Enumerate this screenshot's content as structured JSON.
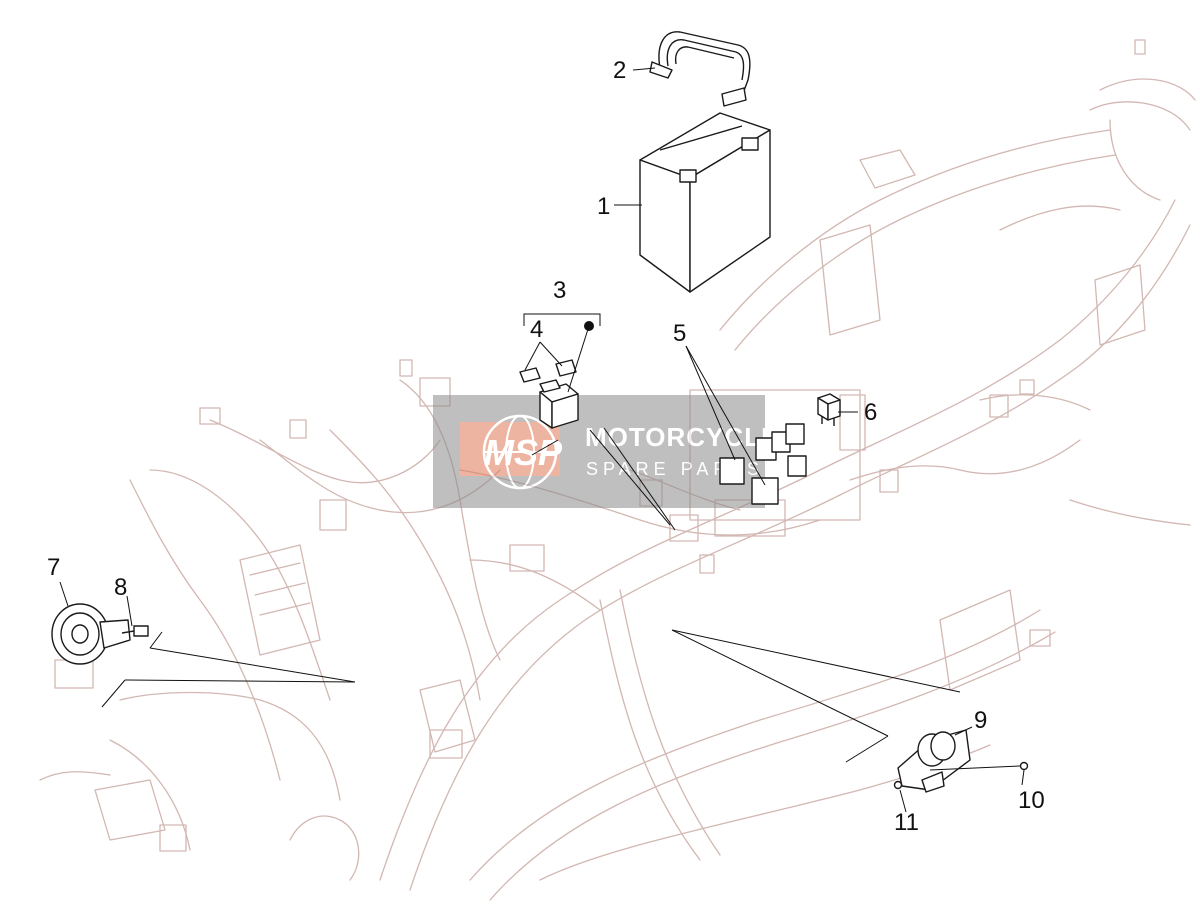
{
  "watermark": {
    "logo": "MSP",
    "title": "MOTORCYCLE",
    "subtitle": "SPARE PARTS"
  },
  "callouts": {
    "c1": "1",
    "c2": "2",
    "c3": "3",
    "c4": "4",
    "c5": "5",
    "c6": "6",
    "c7": "7",
    "c8": "8",
    "c9": "9",
    "c10": "10",
    "c11": "11"
  },
  "colors": {
    "frame_lines": "#d2b7b2",
    "part_lines": "#1a1a1a",
    "watermark_bg": "#8c8c8c",
    "watermark_accent": "#e07a55"
  }
}
